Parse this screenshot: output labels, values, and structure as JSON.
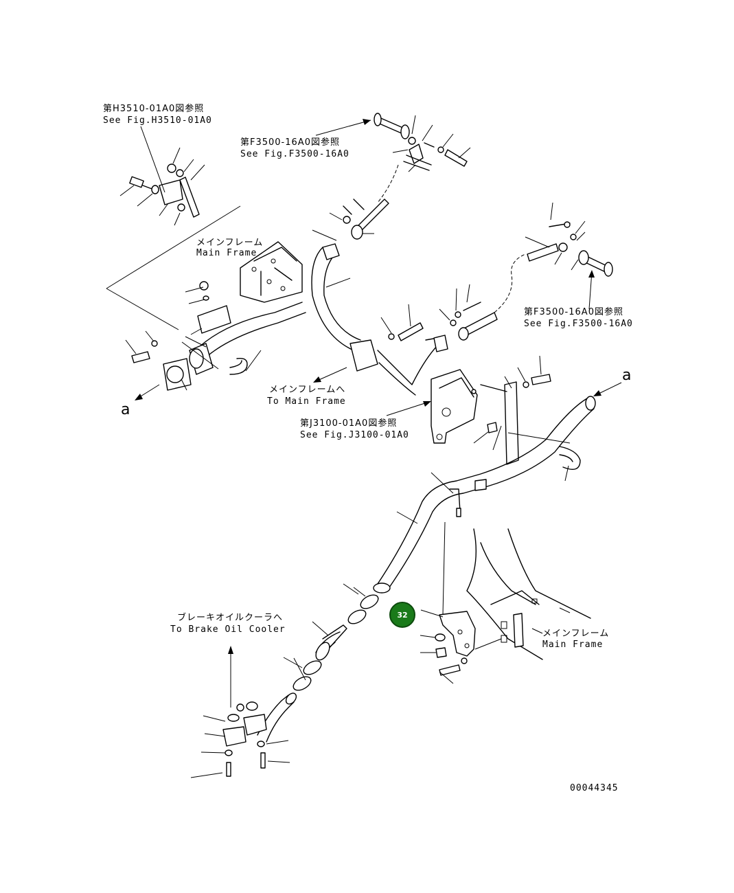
{
  "labels": {
    "h3510_jp": "第H3510-01A0図参照",
    "h3510_en": "See Fig.H3510-01A0",
    "f3500_top_jp": "第F3500-16A0図参照",
    "f3500_top_en": "See Fig.F3500-16A0",
    "main_frame_top_jp": "メインフレーム",
    "main_frame_top_en": "Main Frame",
    "f3500_right_jp": "第F3500-16A0図参照",
    "f3500_right_en": "See Fig.F3500-16A0",
    "to_main_jp": "メインフレームへ",
    "to_main_en": "To Main Frame",
    "j3100_jp": "第J3100-01A0図参照",
    "j3100_en": "See Fig.J3100-01A0",
    "brake_jp": "ブレーキオイルクーラへ",
    "brake_en": "To Brake Oil Cooler",
    "main_frame_bottom_jp": "メインフレーム",
    "main_frame_bottom_en": "Main Frame",
    "a_left": "a",
    "a_right": "a",
    "drawing_no": "00044345"
  },
  "callout": {
    "number": "32",
    "color": "#1a7a1a"
  }
}
